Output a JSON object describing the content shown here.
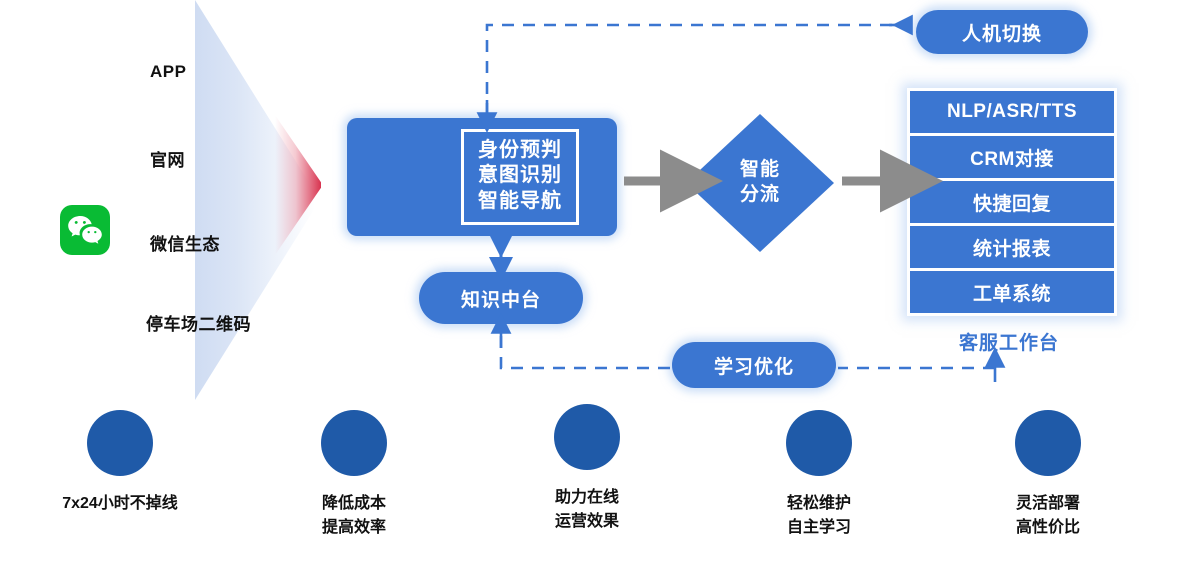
{
  "colors": {
    "primary_blue": "#3b76d1",
    "deep_blue": "#1f5aa8",
    "funnel_light": "#cfdcf2",
    "funnel_tip_red": "#d62846",
    "wechat_green": "#09bb34",
    "gray_arrow": "#8c8c8c",
    "text_black": "#111111"
  },
  "channels": {
    "items": [
      {
        "label": "APP",
        "icon": ""
      },
      {
        "label": "官网",
        "icon": ""
      },
      {
        "label": "微信生态",
        "icon": "wechat-icon"
      },
      {
        "label": "停车场二维码",
        "icon": ""
      }
    ]
  },
  "funnel": {
    "name": "channel-funnel"
  },
  "core": {
    "lines": "身份预判\n意图识别\n智能导航",
    "line_items": [
      "身份预判",
      "意图识别",
      "智能导航"
    ]
  },
  "knowledge": {
    "label": "知识中台"
  },
  "routing": {
    "line_items": [
      "智能",
      "分流"
    ]
  },
  "handover": {
    "label": "人机切换"
  },
  "learning": {
    "label": "学习优化"
  },
  "workbench": {
    "caption": "客服工作台",
    "items": [
      "NLP/ASR/TTS",
      "CRM对接",
      "快捷回复",
      "统计报表",
      "工单系统"
    ]
  },
  "benefits": [
    {
      "text": "7x24小时不掉线"
    },
    {
      "text": "降低成本\n提高效率"
    },
    {
      "text": "助力在线\n运营效果"
    },
    {
      "text": "轻松维护\n自主学习"
    },
    {
      "text": "灵活部署\n高性价比"
    }
  ]
}
